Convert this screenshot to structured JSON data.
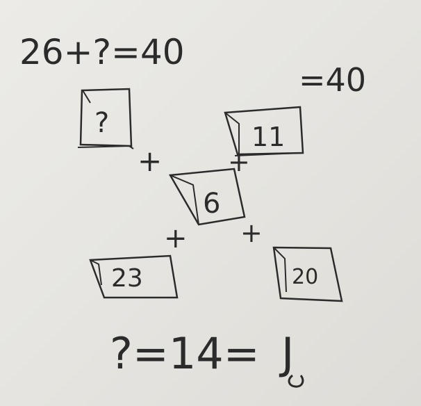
{
  "top_equation": "26+?=40",
  "right_total": "=40",
  "boxes": {
    "top_left": "?",
    "top_right": "11",
    "center": "6",
    "bottom_left": "23",
    "bottom_right": "20"
  },
  "plus_signs": [
    "+",
    "+",
    "+",
    "+"
  ],
  "bottom_equation": {
    "text": "?=14=",
    "symbol": "J"
  },
  "colors": {
    "ink": "#2b2b2b",
    "paper": "#e6e5e1"
  }
}
